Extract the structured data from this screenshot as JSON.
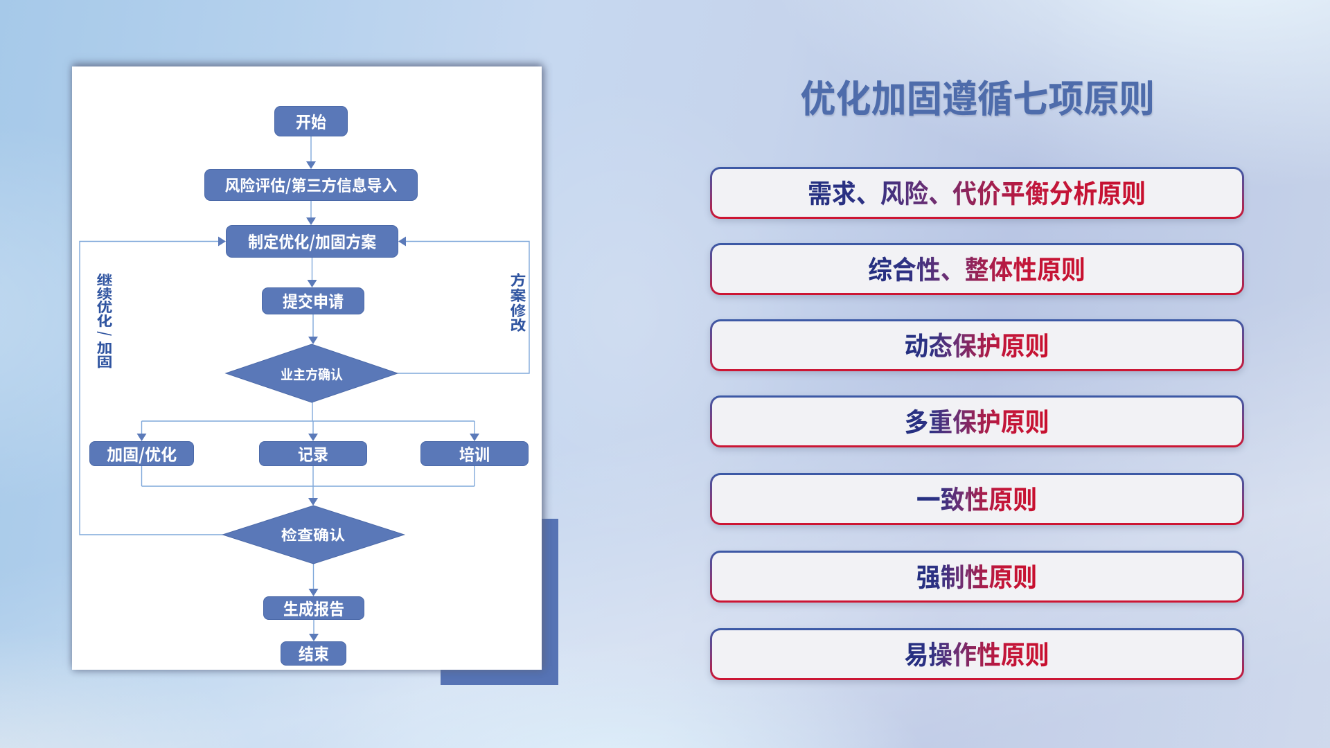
{
  "slide": {
    "title": "优化加固遵循七项原则",
    "flowchart": {
      "nodes": {
        "start": "开始",
        "assess": "风险评估/第三方信息导入",
        "plan": "制定优化/加固方案",
        "submit": "提交申请",
        "owner_confirm": "业主方确认",
        "reinforce": "加固/优化",
        "record": "记录",
        "training": "培训",
        "check_confirm": "检查确认",
        "report": "生成报告",
        "end": "结束"
      },
      "loop_labels": {
        "left": "继续优化/加固",
        "right": "方案修改"
      }
    },
    "principles": [
      "需求、风险、代价平衡分析原则",
      "综合性、整体性原则",
      "动态保护原则",
      "多重保护原则",
      "一致性原则",
      "强制性原则",
      "易操作性原则"
    ],
    "colors": {
      "node_fill": "#5a78b8",
      "flow_line": "#7fa8da",
      "title_color": "#4e6cab",
      "principle_text_gradient": [
        "#24368a",
        "#c8102e"
      ],
      "principle_border_gradient": [
        "#3a5aa7",
        "#cf1430"
      ],
      "accent_rect": "#5673b4",
      "loop_label_color": "#2f54a0"
    }
  }
}
